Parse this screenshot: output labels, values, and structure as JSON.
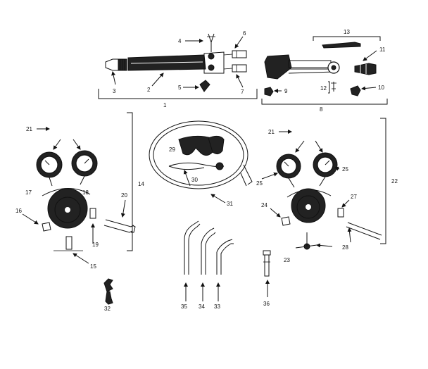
{
  "labels": {
    "l1": "1",
    "l2": "2",
    "l3": "3",
    "l4": "4",
    "l5": "5",
    "l6": "6",
    "l7": "7",
    "l8": "8",
    "l9": "9",
    "l10": "10",
    "l11": "11",
    "l12": "12",
    "l13": "13",
    "l14": "14",
    "l15": "15",
    "l16": "16",
    "l17": "17",
    "l18": "18",
    "l19": "19",
    "l20": "20",
    "l21a": "21",
    "l21b": "21",
    "l22": "22",
    "l23": "23",
    "l24": "24",
    "l25a": "25",
    "l25b": "25",
    "l27": "27",
    "l28": "28",
    "l29": "29",
    "l30": "30",
    "l31": "31",
    "l32": "32",
    "l33": "33",
    "l34": "34",
    "l35": "35",
    "l36": "36"
  }
}
